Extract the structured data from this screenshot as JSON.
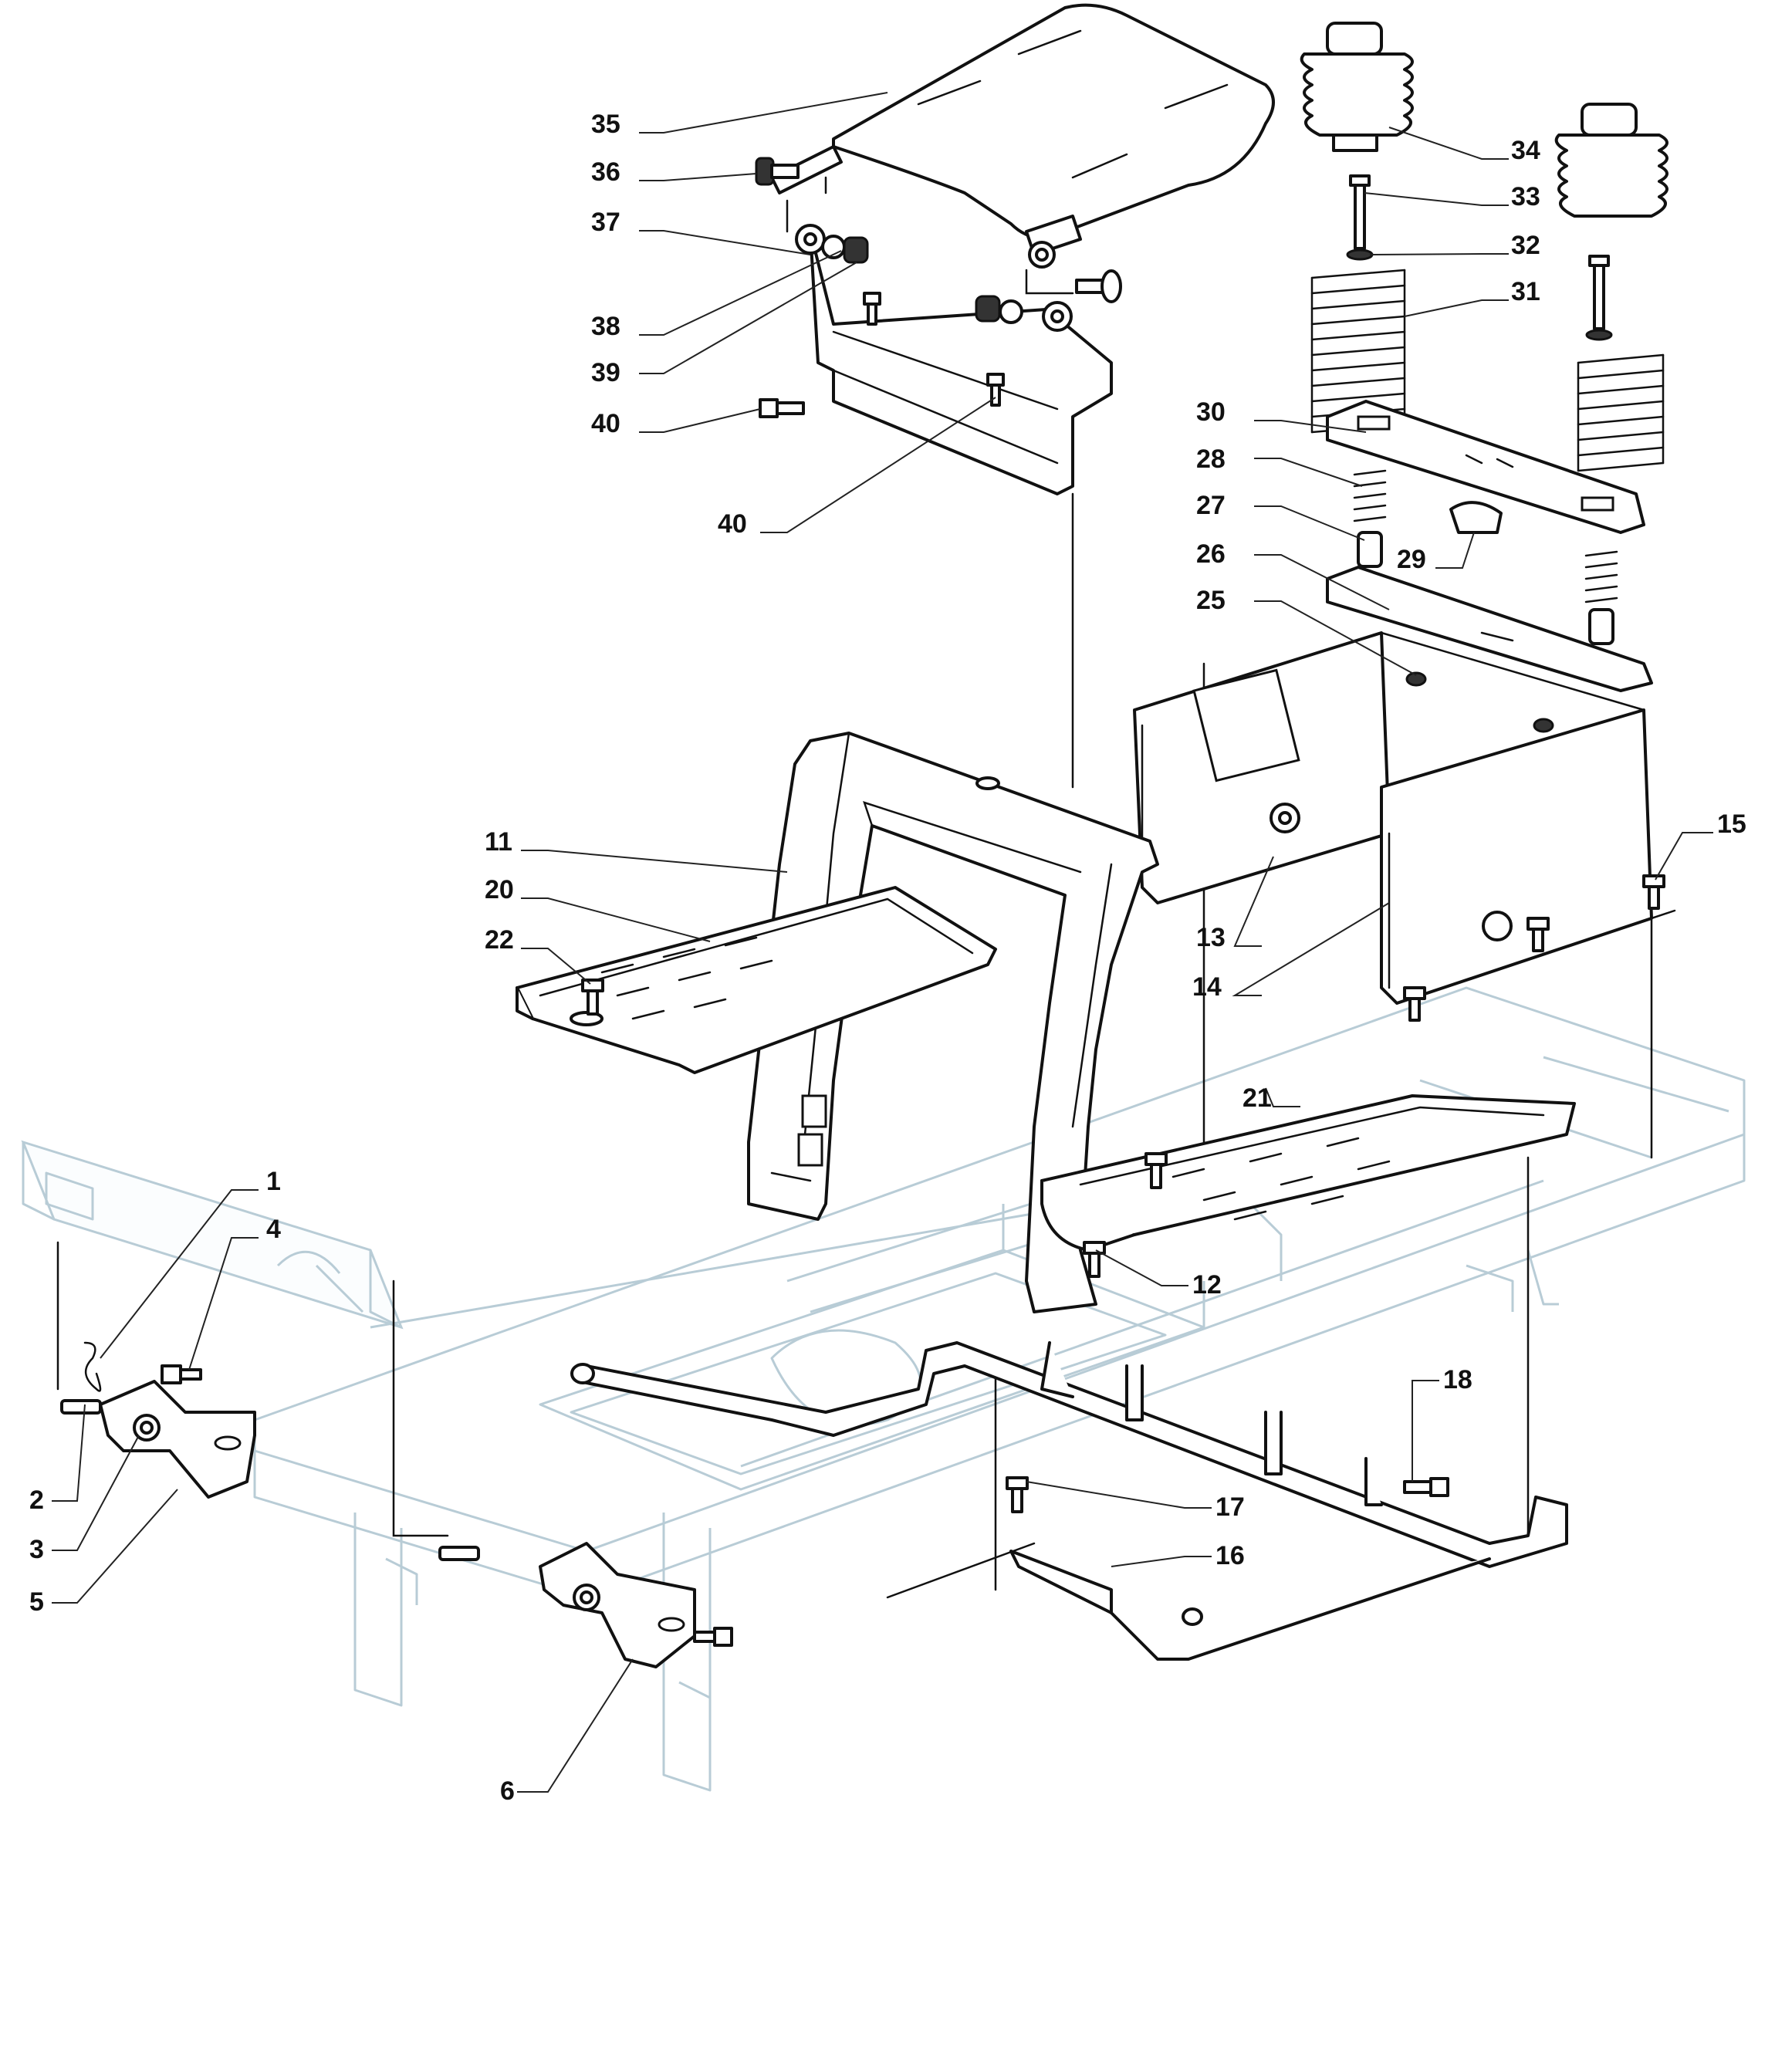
{
  "callouts": [
    {
      "id": "1",
      "label": "1"
    },
    {
      "id": "2",
      "label": "2"
    },
    {
      "id": "3",
      "label": "3"
    },
    {
      "id": "4",
      "label": "4"
    },
    {
      "id": "5",
      "label": "5"
    },
    {
      "id": "6",
      "label": "6"
    },
    {
      "id": "11",
      "label": "11"
    },
    {
      "id": "12",
      "label": "12"
    },
    {
      "id": "13",
      "label": "13"
    },
    {
      "id": "14",
      "label": "14"
    },
    {
      "id": "15",
      "label": "15"
    },
    {
      "id": "16",
      "label": "16"
    },
    {
      "id": "17",
      "label": "17"
    },
    {
      "id": "18",
      "label": "18"
    },
    {
      "id": "20",
      "label": "20"
    },
    {
      "id": "21",
      "label": "21"
    },
    {
      "id": "22",
      "label": "22"
    },
    {
      "id": "25",
      "label": "25"
    },
    {
      "id": "26",
      "label": "26"
    },
    {
      "id": "27",
      "label": "27"
    },
    {
      "id": "28",
      "label": "28"
    },
    {
      "id": "29",
      "label": "29"
    },
    {
      "id": "30",
      "label": "30"
    },
    {
      "id": "31",
      "label": "31"
    },
    {
      "id": "32",
      "label": "32"
    },
    {
      "id": "33",
      "label": "33"
    },
    {
      "id": "34",
      "label": "34"
    },
    {
      "id": "35",
      "label": "35"
    },
    {
      "id": "36",
      "label": "36"
    },
    {
      "id": "37",
      "label": "37"
    },
    {
      "id": "38",
      "label": "38"
    },
    {
      "id": "39",
      "label": "39"
    },
    {
      "id": "40a",
      "label": "40"
    },
    {
      "id": "40b",
      "label": "40"
    }
  ]
}
